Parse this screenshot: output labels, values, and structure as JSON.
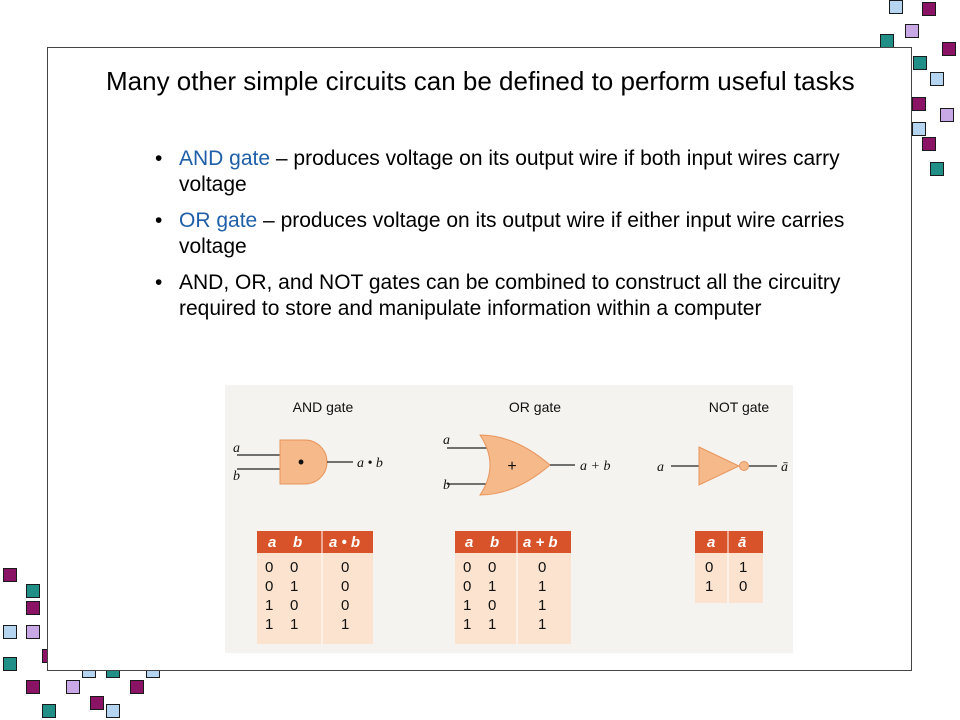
{
  "slide": {
    "main_point": "Many other simple circuits can be defined to perform useful tasks",
    "bullets": [
      {
        "term": "AND gate",
        "rest": " – produces voltage on its output wire if both input wires carry voltage"
      },
      {
        "term": "OR gate",
        "rest": " – produces voltage on its output wire if either input wire carries voltage"
      },
      {
        "term": "",
        "rest": "AND, OR, and NOT gates can be combined to construct all the circuitry required to store and manipulate information within a computer"
      }
    ],
    "bullet_glyph": "•"
  },
  "figure": {
    "and": {
      "title": "AND gate",
      "in_a": "a",
      "in_b": "b",
      "symbol": "•",
      "out": "a • b",
      "headers": [
        "a",
        "b",
        "a • b"
      ],
      "rows": [
        [
          "0",
          "0",
          "0"
        ],
        [
          "0",
          "1",
          "0"
        ],
        [
          "1",
          "0",
          "0"
        ],
        [
          "1",
          "1",
          "1"
        ]
      ]
    },
    "or": {
      "title": "OR gate",
      "in_a": "a",
      "in_b": "b",
      "symbol": "+",
      "out": "a + b",
      "headers": [
        "a",
        "b",
        "a + b"
      ],
      "rows": [
        [
          "0",
          "0",
          "0"
        ],
        [
          "0",
          "1",
          "1"
        ],
        [
          "1",
          "0",
          "1"
        ],
        [
          "1",
          "1",
          "1"
        ]
      ]
    },
    "not": {
      "title": "NOT gate",
      "in_a": "a",
      "out": "ā",
      "headers": [
        "a",
        "ā"
      ],
      "rows": [
        [
          "0",
          "1"
        ],
        [
          "1",
          "0"
        ]
      ]
    }
  },
  "colors": {
    "accent_blue": "#1f5fa8",
    "gate_fill": "#f5b98a",
    "table_header": "#d9532a",
    "table_body": "#fbe3cf",
    "deco_teal": "#1f8f88",
    "deco_purple": "#8a1366",
    "deco_blue": "#b4d4f0",
    "deco_lavender": "#c9a8e6"
  }
}
